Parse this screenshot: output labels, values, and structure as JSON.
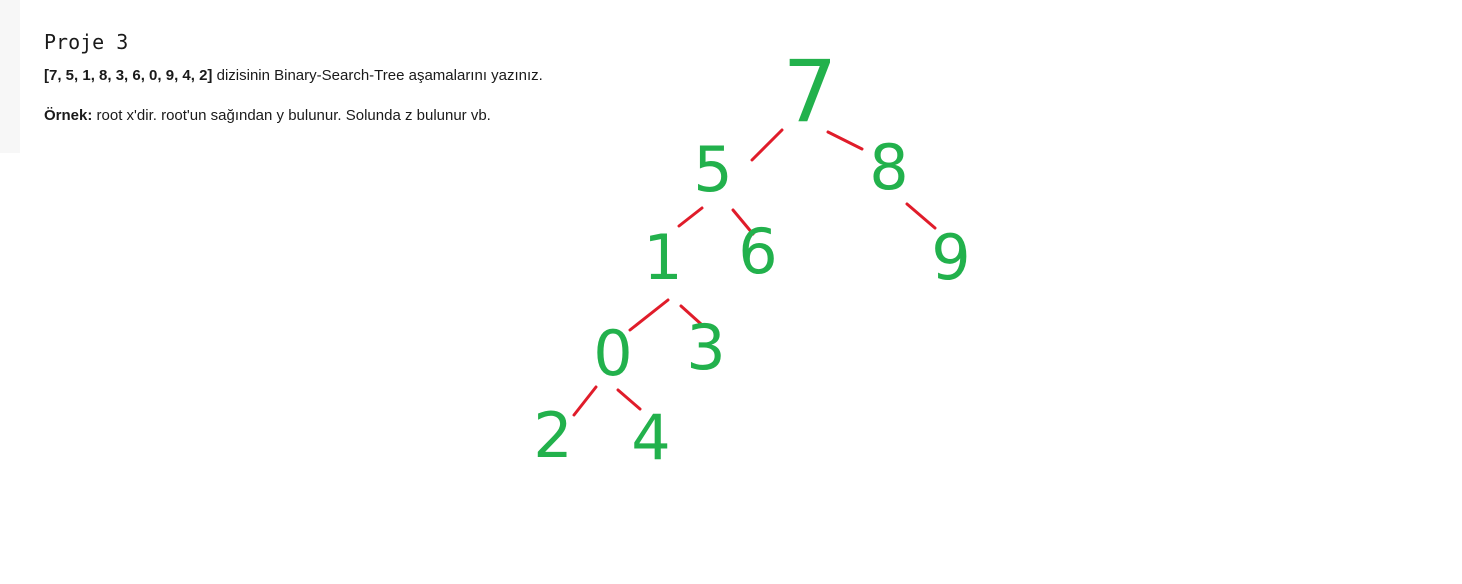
{
  "heading": "Proje 3",
  "task": {
    "array": "[7, 5, 1, 8, 3, 6, 0, 9, 4, 2]",
    "text": " dizisinin Binary-Search-Tree aşamalarını yazınız."
  },
  "example": {
    "label": "Örnek:",
    "text": " root x'dir. root'un sağından y bulunur. Solunda z bulunur vb."
  },
  "tree": {
    "nodes": [
      {
        "id": "n7",
        "label": "7"
      },
      {
        "id": "n5",
        "label": "5"
      },
      {
        "id": "n8",
        "label": "8"
      },
      {
        "id": "n1",
        "label": "1"
      },
      {
        "id": "n6",
        "label": "6"
      },
      {
        "id": "n9",
        "label": "9"
      },
      {
        "id": "n0",
        "label": "0"
      },
      {
        "id": "n3",
        "label": "3"
      },
      {
        "id": "n2",
        "label": "2"
      },
      {
        "id": "n4",
        "label": "4"
      }
    ],
    "edges": [
      {
        "from": "n7",
        "to": "n5"
      },
      {
        "from": "n7",
        "to": "n8"
      },
      {
        "from": "n5",
        "to": "n1"
      },
      {
        "from": "n5",
        "to": "n6"
      },
      {
        "from": "n8",
        "to": "n9"
      },
      {
        "from": "n1",
        "to": "n0"
      },
      {
        "from": "n1",
        "to": "n3"
      },
      {
        "from": "n0",
        "to": "n2"
      },
      {
        "from": "n0",
        "to": "n4"
      }
    ],
    "node_color": "#22b14c",
    "edge_color": "#e01c2a"
  }
}
